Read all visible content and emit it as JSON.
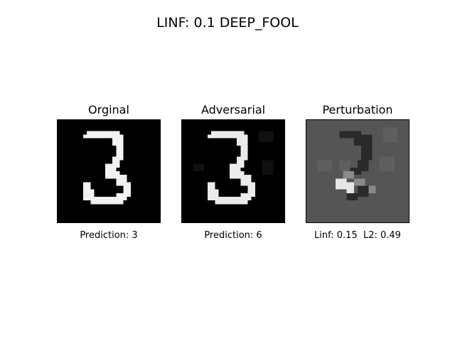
{
  "chart_data": {
    "type": "image-grid",
    "title": "LINF: 0.1 DEEP_FOOL",
    "panels": [
      {
        "title": "Orginal",
        "caption": "Prediction: 3"
      },
      {
        "title": "Adversarial",
        "caption": "Prediction: 6"
      },
      {
        "title": "Perturbation",
        "caption": "Linf: 0.15  L2: 0.49"
      }
    ],
    "colors": {
      "image_background": "#000000",
      "digit_stroke": "#f2f2f2",
      "perturbation_background": "#555555"
    }
  }
}
